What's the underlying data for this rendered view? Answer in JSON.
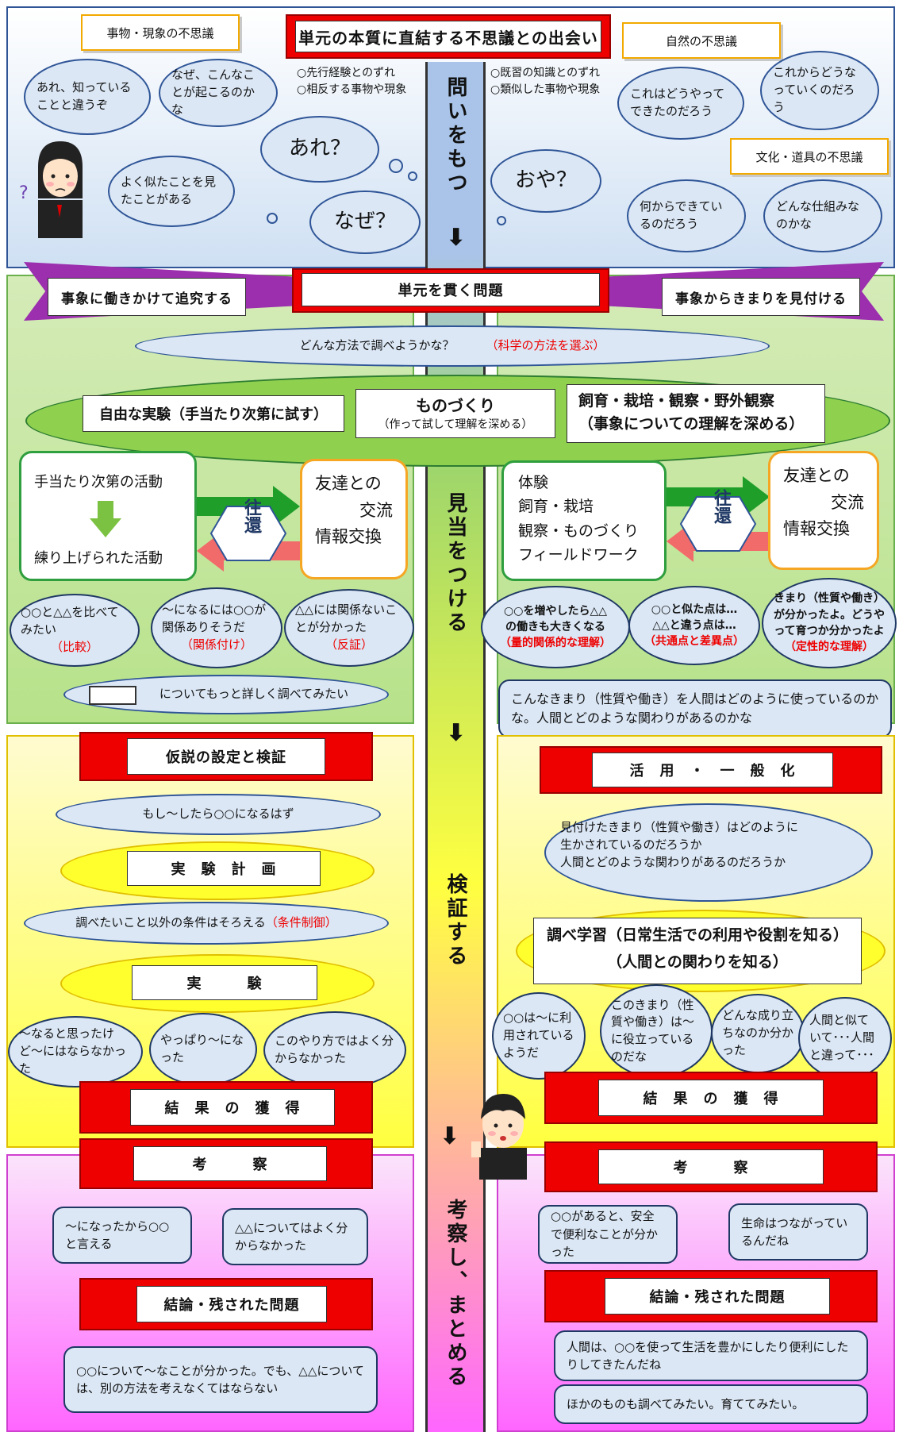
{
  "top": {
    "title": "単元の本質に直結する不思議との出会い",
    "left_tag": "事物・現象の不思議",
    "right_tag1": "自然の不思議",
    "right_tag2": "文化・道具の不思議",
    "left_notes": [
      "○先行経験とのずれ",
      "○相反する事物や現象"
    ],
    "right_notes": [
      "○既習の知識とのずれ",
      "○類似した事物や現象"
    ],
    "clouds_left": [
      "あれ、知っていることと違うぞ",
      "なぜ、こんなことが起こるのかな",
      "よく似たことを見たことがある"
    ],
    "clouds_right": [
      "これはどうやってできたのだろう",
      "これからどうなっていくのだろう",
      "何からできているのだろう",
      "どんな仕組みなのかな"
    ],
    "are": "あれ？",
    "naze": "なぜ？",
    "oya": "おや？"
  },
  "center": {
    "stage1": "問いをもつ",
    "stage2": "見当をつける",
    "stage3": "検証する",
    "stage4": "考察し、まとめる"
  },
  "banner": {
    "main": "単元を貫く問題",
    "left": "事象に働きかけて追究する",
    "right": "事象からきまりを見付ける"
  },
  "method": {
    "cloud_q": "どんな方法で調べようかな？",
    "cloud_a": "（科学の方法を選ぶ）",
    "free": "自由な実験（手当たり次第に試す）",
    "make": "ものづくり",
    "make_sub": "（作って試して理解を深める）",
    "obs1": "飼育・栽培・観察・野外観察",
    "obs2": "（事象についての理解を深める）"
  },
  "left": {
    "act1": "手当たり次第の活動",
    "act2": "練り上げられた活動",
    "ouf": "往還",
    "friend1": "友達との",
    "friend2": "交流",
    "friend3": "情報交換",
    "b1": "○○と△△を比べてみたい",
    "b1r": "（比較）",
    "b2": "〜になるには○○が関係ありそうだ",
    "b2r": "（関係付け）",
    "b3": "△△には関係ないことが分かった",
    "b3r": "（反証）",
    "detail": "についてもっと詳しく調べてみたい",
    "h1": "仮説の設定と検証",
    "c1": "もし〜したら○○になるはず",
    "plan": "実　験　計　画",
    "c2": "調べたいこと以外の条件はそろえる",
    "c2r": "（条件制御）",
    "exp": "実　　　験",
    "r1": "〜なると思ったけど〜にはならなかった",
    "r2": "やっぱり〜になった",
    "r3": "このやり方ではよく分からなかった",
    "result": "結　果　の　獲　得",
    "kousatsu": "考　　　察",
    "k1": "〜になったから○○と言える",
    "k2": "△△についてはよく分からなかった",
    "conc": "結論・残された問題",
    "final": "○○について〜なことが分かった。でも、△△については、別の方法を考えなくてはならない"
  },
  "right": {
    "exp1": "体験",
    "exp2": "飼育・栽培",
    "exp3": "観察・ものづくり",
    "exp4": "フィールドワーク",
    "ouf": "往還",
    "friend1": "友達との",
    "friend2": "交流",
    "friend3": "情報交換",
    "b1a": "○○を増やしたら△△",
    "b1b": "の働きも大きくなる",
    "b1r": "（量的関係的な理解）",
    "b2a": "○○と似た点は…",
    "b2b": "△△と違う点は…",
    "b2r": "（共通点と差異点）",
    "b3a": "きまり（性質や働き）",
    "b3b": "が分かったよ。どうや",
    "b3c": "って育つか分かったよ",
    "b3r": "（定性的な理解）",
    "q": "こんなきまり（性質や働き）を人間はどのように使っているのかな。人間とどのような関わりがあるのかな",
    "h1": "活　用　・　一　般　化",
    "c1a": "見付けたきまり（性質や働き）はどのように",
    "c1b": "生かされているのだろうか",
    "c1c": "人間とどのような関わりがあるのだろうか",
    "study1": "調べ学習（日常生活での利用や役割を知る）",
    "study2": "（人間との関わりを知る）",
    "r1": "○○は〜に利用されているようだ",
    "r2": "このきまり（性質や働き）は〜に役立っているのだな",
    "r3": "どんな成り立ちなのか分かった",
    "r4": "人間と似ていて･･･人間と違って･･･",
    "result": "結　果　の　獲　得",
    "kousatsu": "考　　　察",
    "k1": "○○があると、安全で便利なことが分かった",
    "k2": "生命はつながっているんだね",
    "conc": "結論・残された問題",
    "f1": "人間は、○○を使って生活を豊かにしたり便利にしたりしてきたんだね",
    "f2": "ほかのものも調べてみたい。育ててみたい。"
  }
}
